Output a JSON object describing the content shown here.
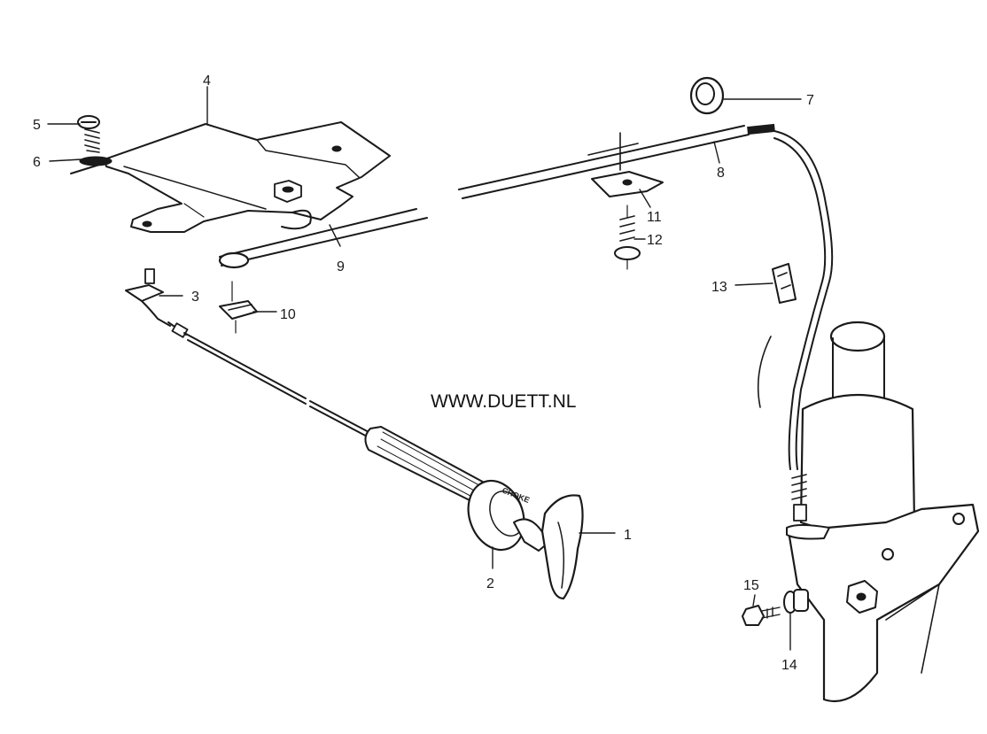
{
  "watermark": "WWW.DUETT.NL",
  "knob_text": "CHOKE",
  "callouts": [
    {
      "id": "1",
      "label": "1"
    },
    {
      "id": "2",
      "label": "2"
    },
    {
      "id": "3",
      "label": "3"
    },
    {
      "id": "4",
      "label": "4"
    },
    {
      "id": "5",
      "label": "5"
    },
    {
      "id": "6",
      "label": "6"
    },
    {
      "id": "7",
      "label": "7"
    },
    {
      "id": "8",
      "label": "8"
    },
    {
      "id": "9",
      "label": "9"
    },
    {
      "id": "10",
      "label": "10"
    },
    {
      "id": "11",
      "label": "11"
    },
    {
      "id": "12",
      "label": "12"
    },
    {
      "id": "13",
      "label": "13"
    },
    {
      "id": "14",
      "label": "14"
    },
    {
      "id": "15",
      "label": "15"
    }
  ],
  "colors": {
    "ink": "#1a1a1a",
    "paper": "#ffffff"
  }
}
